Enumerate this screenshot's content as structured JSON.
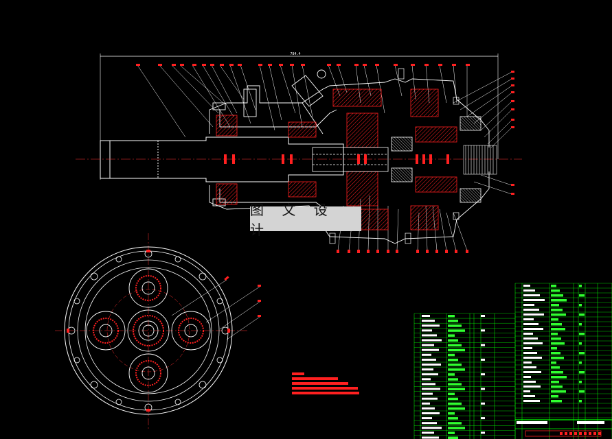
{
  "watermark": {
    "text": "图 文 设 计"
  },
  "drawing": {
    "overall_dimension": "784.4",
    "colors": {
      "background": "#000000",
      "outline": "#ffffff",
      "cut": "#ff0000",
      "centerline": "#ff3030",
      "table_grid": "#00ff00",
      "table_text": "#ffffff"
    }
  },
  "icons": {
    "section_view": "cad-section-view",
    "end_view": "cad-end-view",
    "parts_list": "cad-bom-table",
    "notes": "cad-technical-notes"
  }
}
